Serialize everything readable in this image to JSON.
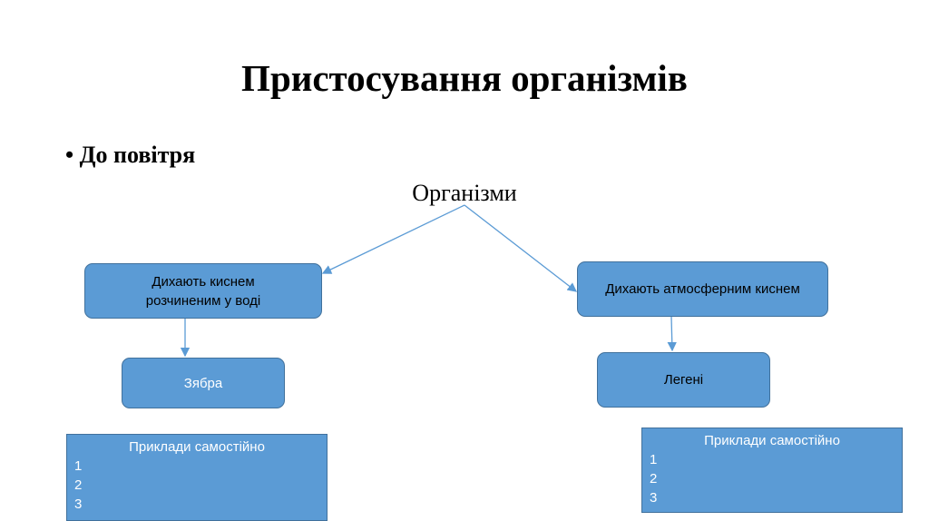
{
  "title": "Пристосування організмів",
  "bullet": "До повітря",
  "root": "Організми",
  "left": {
    "branch": "Дихають киснем розчиненим у воді",
    "organ": "Зябра",
    "examples_header": "Приклади самостійно",
    "examples": [
      "1",
      "2",
      "3"
    ]
  },
  "right": {
    "branch": "Дихають атмосферним киснем",
    "organ": "Легені",
    "examples_header": "Приклади самостійно",
    "examples": [
      "1",
      "2",
      "3"
    ]
  },
  "colors": {
    "box_fill": "#5b9bd5",
    "box_border": "#41719c",
    "connector": "#5b9bd5"
  }
}
